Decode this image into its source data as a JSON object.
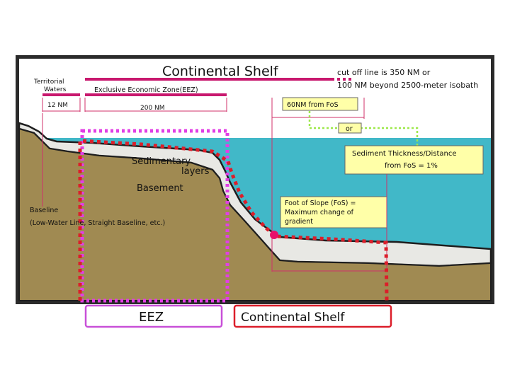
{
  "header": {
    "title": "Continental Shelf",
    "cutoff_line1": "cut off line is 350 NM or",
    "cutoff_line2": "100 NM beyond 2500-meter isobath",
    "territorial_line1": "Territorial",
    "territorial_line2": "Waters",
    "eez_full": "Exclusive Economic Zone(EEZ)",
    "nm12": "12 NM",
    "nm200": "200 NM",
    "fos60": "60NM from FoS",
    "or": "or"
  },
  "labels": {
    "sedimentary_line1": "Sedimentary",
    "sedimentary_line2": "layers",
    "basement": "Basement",
    "baseline_title": "Baseline",
    "baseline_detail": "(Low-Water Line, Straight Baseline, etc.)",
    "sediment_line1": "Sediment Thickness/Distance",
    "sediment_line2": "from FoS = 1%",
    "fos_line1": "Foot of Slope (FoS) =",
    "fos_line2": "Maximum change of",
    "fos_line3": "gradient"
  },
  "legend": {
    "eez": "EEZ",
    "continental_shelf": "Continental Shelf"
  },
  "colors": {
    "frame": "#2b2b2b",
    "sky": "#ffffff",
    "water": "#41b8c8",
    "land": "#a08a52",
    "sediment": "#e8e8e4",
    "magenta": "#c8186e",
    "red_dotted": "#dc1e2a",
    "eez_dotted": "#e23ee6",
    "green_dotted": "#9ee84a",
    "note_box": "#ffffa8"
  }
}
